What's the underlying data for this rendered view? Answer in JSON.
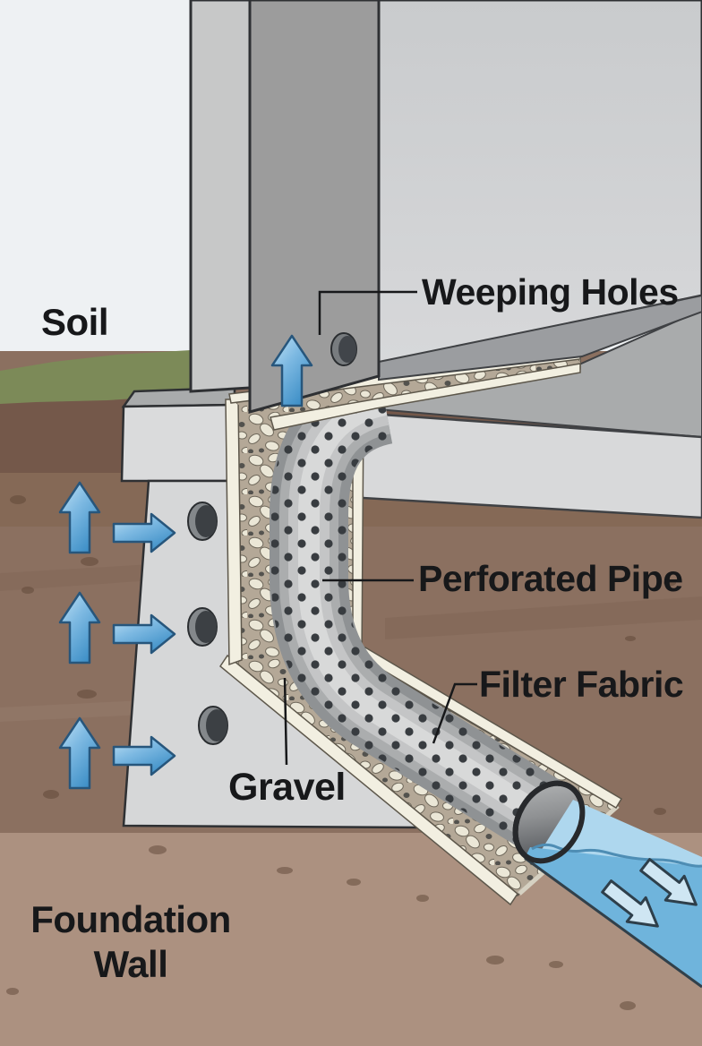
{
  "diagram": {
    "title": "Foundation drainage system cutaway",
    "labels": {
      "soil": "Soil",
      "weeping_holes": "Weeping Holes",
      "perforated_pipe": "Perforated Pipe",
      "filter_fabric": "Filter Fabric",
      "gravel": "Gravel",
      "foundation_wall_line1": "Foundation",
      "foundation_wall_line2": "Wall"
    },
    "features": {
      "weep_hole_count": 4,
      "soil_flow_arrows_up": 4,
      "soil_flow_arrows_right": 3,
      "water_outflow_arrows": 2
    },
    "colors": {
      "sky": "#eef1f3",
      "grass": "#7c8a58",
      "soil_base": "#8b7060",
      "soil_dark_band": "#74584a",
      "soil_light_band": "#ac9180",
      "wall_face_light": "#d2d4d6",
      "wall_face_medium": "#9c9c9c",
      "column_left_face": "#c7c8c8",
      "concrete_ledge": "#dadbdc",
      "concrete_top": "#a9abac",
      "filter_fabric": "#f2efe1",
      "gravel_bed": "#b4a897",
      "gravel_stone": "#ebe7d7",
      "pipe_light": "#d8d9d9",
      "pipe_dark": "#8f9294",
      "pipe_holes": "#383c40",
      "water": "#6fb4dc",
      "water_light": "#aed7ee",
      "flow_arrow_blue": "#7db9e2",
      "outline": "#2e3033",
      "label_text": "#17181a"
    }
  }
}
